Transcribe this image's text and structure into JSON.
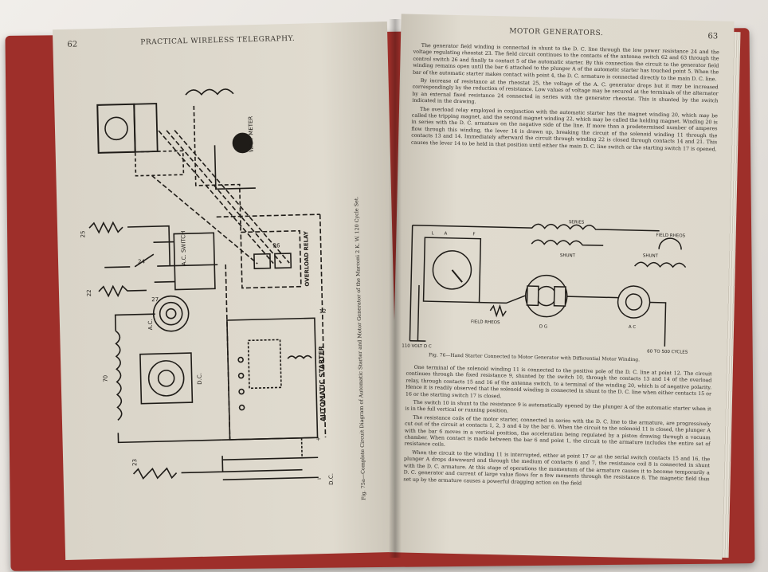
{
  "left_page": {
    "page_number": "62",
    "running_head": "PRACTICAL WIRELESS TELEGRAPHY.",
    "figure_caption": "Fig. 75a—Complete Circuit Diagram of Automatic Starter and Motor Generator of the Marconi 2 K. W. 120 Cycle Set.",
    "diagram_labels": {
      "watt_meter": "WATT METER",
      "ac_switch": "A.C. SWITCH",
      "overload_relay": "OVERLOAD RELAY",
      "automatic_starter": "AUTOMATIC STARTER",
      "ac": "A.C.",
      "dc": "D.C.",
      "dc_terminal": "D.C.",
      "plus": "+",
      "minus": "−",
      "n25": "25",
      "n24": "24",
      "n23": "23",
      "n22": "22",
      "n70": "70",
      "n12": "12",
      "n27": "27",
      "n26": "26"
    }
  },
  "right_page": {
    "page_number": "63",
    "running_head": "MOTOR GENERATORS.",
    "paragraphs_top": [
      "The generator field winding is connected in shunt to the D. C. line through the low power resistance 24 and the voltage regulating rheostat 23. The field circuit continues to the contacts of the antenna switch 62 and 63 through the control switch 26 and finally to contact 5 of the automatic starter. By this connection the circuit to the generator field winding remains open until the bar 6 attached to the plunger A of the automatic starter has touched point 5. When the bar of the automatic starter makes contact with point 4, the D. C. armature is connected directly to the main D. C. line.",
      "By increase of resistance at the rheostat 25, the voltage of the A. C. generator drops but it may be increased correspondingly by the reduction of resistance. Low values of voltage may be secured at the terminals of the alternator by an external fixed resistance 24 connected in series with the generator rheostat. This is shunted by the switch indicated in the drawing.",
      "The overload relay employed in conjunction with the automatic starter has the magnet winding 20, which may be called the tripping magnet, and the second magnet winding 22, which may be called the holding magnet. Winding 20 is in series with the D. C. armature on the negative side of the line. If more than a predetermined number of amperes flow through this winding, the lever 14 is drawn up, breaking the circuit of the solenoid winding 11 through the contacts 13 and 14. Immediately afterward the circuit through winding 22 is closed through contacts 14 and 21. This causes the lever 14 to be held in that position until either the main D. C. line switch or the starting switch 17 is opened."
    ],
    "figure_caption": "Fig. 76—Hand Starter Connected to Motor Generator with Differential Motor Winding.",
    "diagram_labels": {
      "series": "SERIES",
      "shunt_top": "SHUNT",
      "shunt_right": "SHUNT",
      "field_rheos_right": "FIELD RHEOS",
      "field_rheos_left": "FIELD RHEOS",
      "a": "A",
      "l": "L",
      "f": "F",
      "dg": "D G",
      "ac": "A C",
      "volt": "110 VOLT D C",
      "cycles": "60 TO 500 CYCLES"
    },
    "paragraphs_bottom": [
      "One terminal of the solenoid winding 11 is connected to the positive pole of the D. C. line at point 12. The circuit continues through the fixed resistance 9, shunted by the switch 10, through the contacts 13 and 14 of the overload relay, through contacts 15 and 16 of the antenna switch, to a terminal of the winding 20, which is of negative polarity. Hence it is readily observed that the solenoid winding is connected in shunt to the D. C. line when either contacts 15 or 16 or the starting switch 17 is closed.",
      "The switch 10 in shunt to the resistance 9 is automatically opened by the plunger A of the automatic starter when it is in the full vertical or running position.",
      "The resistance coils of the motor starter, connected in series with the D. C. line to the armature, are progressively cut out of the circuit at contacts 1, 2, 3 and 4 by the bar 6. When the circuit to the solenoid 11 is closed, the plunger A with the bar 6 moves in a vertical position, the acceleration being regulated by a piston drawing through a vacuum chamber. When contact is made between the bar 6 and point 1, the circuit to the armature includes the entire set of resistance coils.",
      "When the circuit to the winding 11 is interrupted, either at point 17 or at the serial switch contacts 15 and 16, the plunger A drops downward and through the medium of contacts 6 and 7, the resistance coil 8 is connected in shunt with the D. C. armature. At this stage of operations the momentum of the armature causes it to become temporarily a D. C. generator and current of large value flows for a few moments through the resistance 8. The magnetic field thus set up by the armature causes a powerful dragging action on the field"
    ]
  },
  "colors": {
    "paper": "#ddd8cc",
    "ink": "#2a2722",
    "cover": "#9e2f2a"
  }
}
